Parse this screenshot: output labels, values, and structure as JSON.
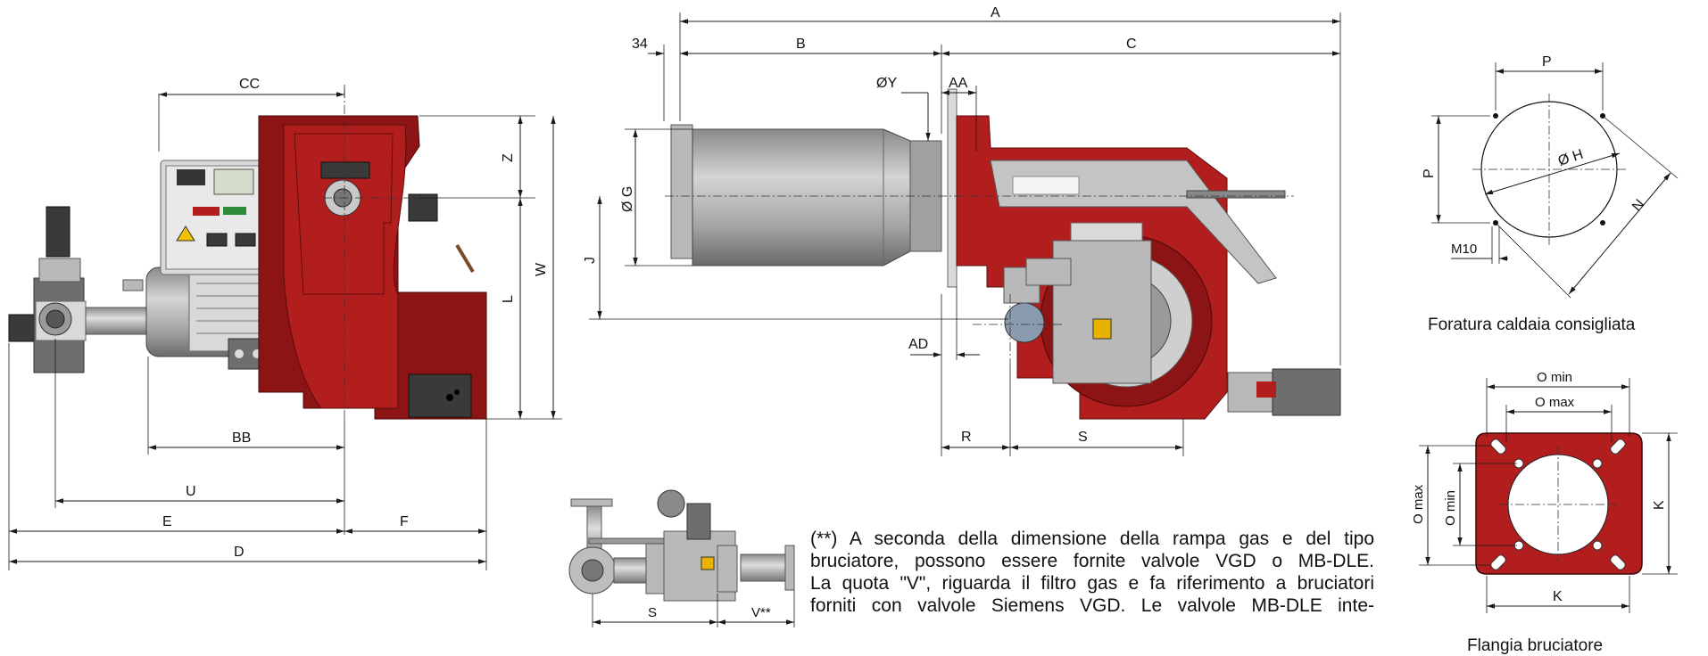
{
  "side_view": {
    "dims": {
      "CC": "CC",
      "Z": "Z",
      "W": "W",
      "L": "L",
      "BB": "BB",
      "U": "U",
      "E": "E",
      "F": "F",
      "D": "D"
    }
  },
  "front_view": {
    "dims": {
      "A": "A",
      "B": "B",
      "C": "C",
      "d34": "34",
      "Y": "ØY",
      "AA": "AA",
      "G": "Ø G",
      "J": "J",
      "AD": "AD",
      "R": "R",
      "S": "S"
    }
  },
  "gas_train": {
    "dims": {
      "S": "S",
      "V": "V**"
    }
  },
  "boiler_drilling": {
    "dims": {
      "P_top": "P",
      "P_side": "P",
      "H": "Ø H",
      "N": "N",
      "M10": "M10"
    },
    "caption": "Foratura caldaia consigliata"
  },
  "flange": {
    "dims": {
      "Omin_top": "O min",
      "Omax_top": "O max",
      "Omax_side": "O max",
      "Omin_side": "O min",
      "K_bottom": "K",
      "K_side": "K"
    },
    "caption": "Flangia bruciatore"
  },
  "note": {
    "lines": [
      "(**) A seconda della dimensione della rampa gas e del tipo",
      "bruciatore, possono essere fornite valvole VGD o MB-DLE.",
      "La quota \"V\", riguarda il filtro gas e fa riferimento a bruciatori",
      "forniti con valvole Siemens VGD. Le valvole MB-DLE inte-"
    ]
  }
}
